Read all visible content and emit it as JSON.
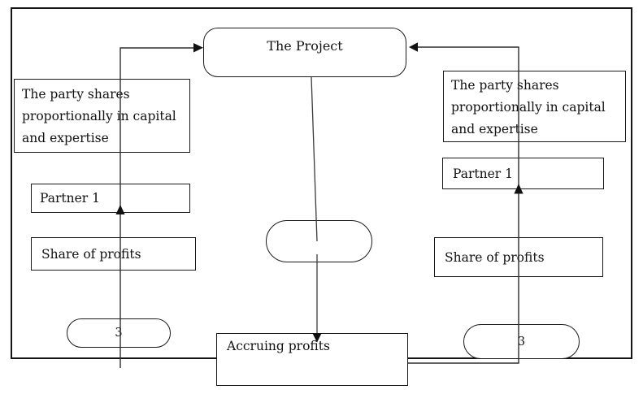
{
  "diagram": {
    "project_label": "The Project",
    "left": {
      "share_lines": [
        "The party shares",
        "proportionally in capital",
        "and expertise"
      ],
      "partner_label": "Partner 1",
      "profits_label": "Share of profits",
      "ratio_label": "3"
    },
    "right": {
      "share_lines": [
        "The party shares",
        "proportionally in capital",
        "and expertise"
      ],
      "partner_label": "Partner 1",
      "profits_label": "Share of profits",
      "ratio_label": "3"
    },
    "center": {
      "accruing_label": "Accruing profits",
      "pool_label": ""
    },
    "colors": {
      "background": "#ffffff",
      "line": "#2f2f2f",
      "border": "#1a1a1a",
      "text": "#111111"
    }
  }
}
